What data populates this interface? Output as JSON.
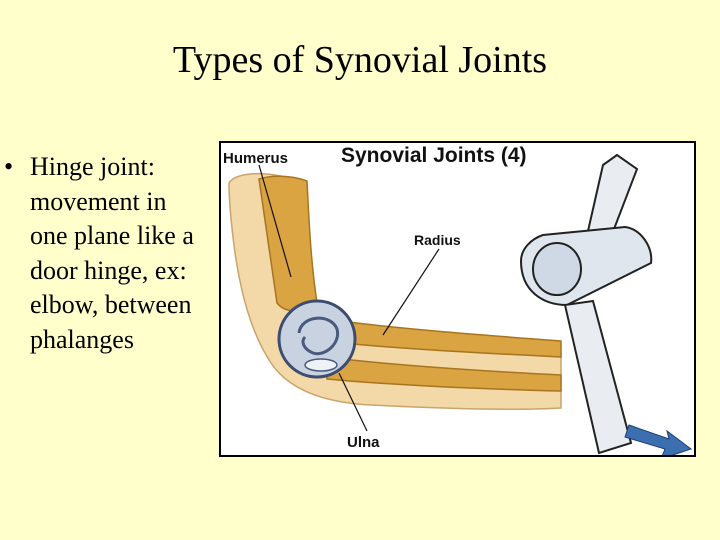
{
  "slide": {
    "title": "Types of Synovial Joints",
    "bullet": {
      "marker": "•",
      "text": "Hinge joint: movement in one plane like a door hinge, ex: elbow, between phalanges"
    }
  },
  "figure": {
    "title": "Synovial Joints (4)",
    "labels": {
      "humerus": "Humerus",
      "radius": "Radius",
      "ulna": "Ulna"
    }
  },
  "colors": {
    "background": "#ffffcc",
    "bone": "#d9a441",
    "skin": "#f3d9a8",
    "joint_ring": "#6b7fa8",
    "hinge_metal": "#dfe6ee",
    "arrow": "#3b6fb0"
  }
}
